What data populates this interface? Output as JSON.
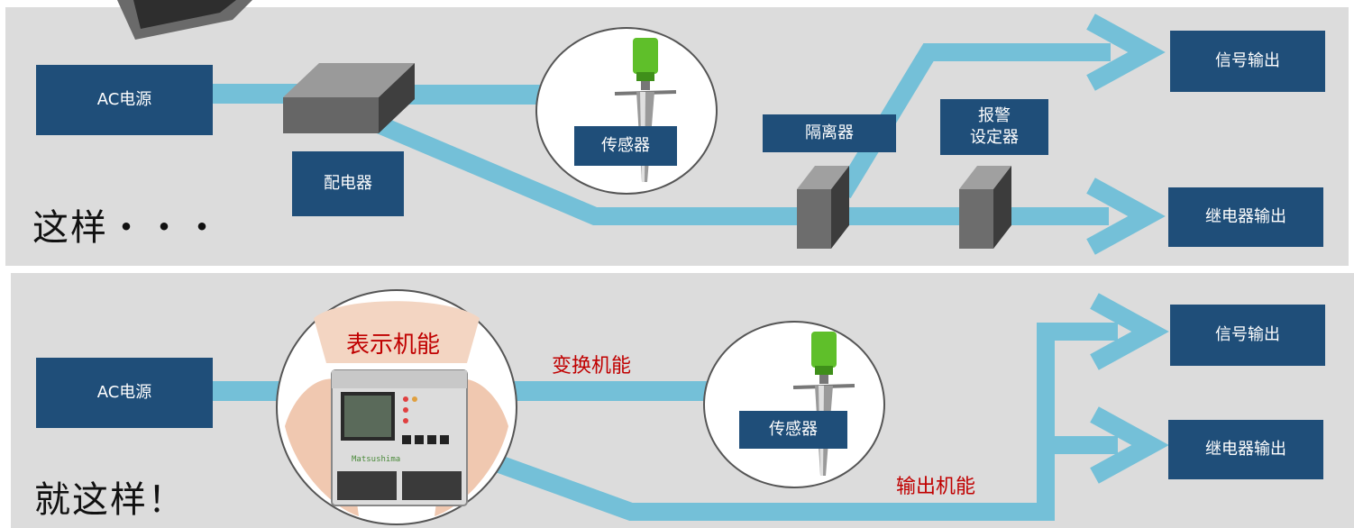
{
  "colors": {
    "panel": "#dcdcdc",
    "box": "#1f4e79",
    "flow": "#74c0d8",
    "label_red": "#c00000",
    "device_gray": "#6b6b6b"
  },
  "top_diagram": {
    "ac_power": "AC电源",
    "distributor": "配电器",
    "sensor": "传感器",
    "isolator": "隔离器",
    "alarm_setter": "报警\n设定器",
    "signal_output": "信号输出",
    "relay_output": "继电器输出",
    "caption": "这样・・・"
  },
  "bottom_diagram": {
    "ac_power": "AC电源",
    "display_function": "表示机能",
    "conversion_function": "变换机能",
    "sensor": "传感器",
    "output_function": "输出机能",
    "signal_output": "信号输出",
    "relay_output": "继电器输出",
    "caption": "就这样！",
    "device_brand": "Matsushima"
  }
}
